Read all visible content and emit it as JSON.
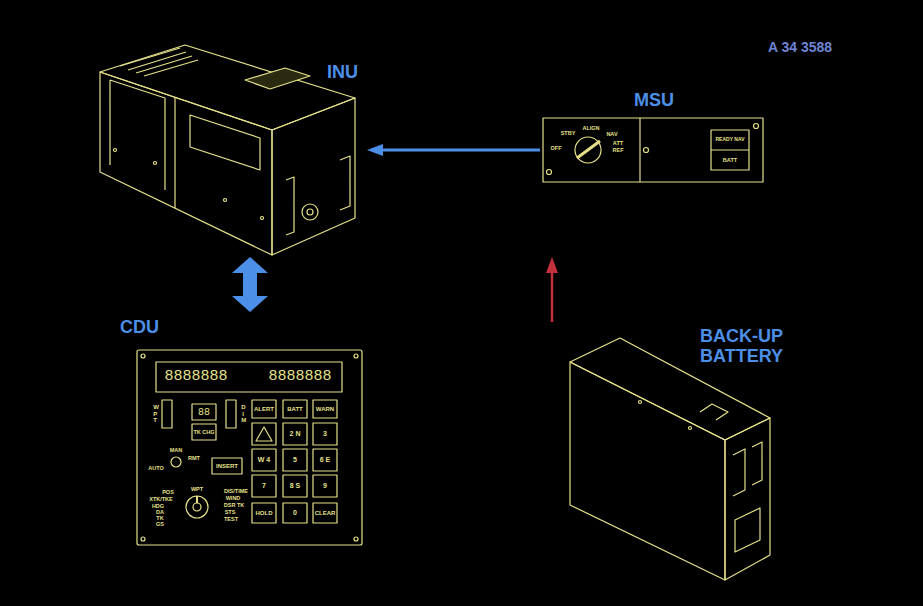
{
  "diagram": {
    "nodes": [
      {
        "text": [
          "INU"
        ]
      },
      {
        "text": [
          "MSU"
        ]
      },
      {
        "text": [
          "CDU"
        ]
      },
      {
        "text": [
          "BACK-UP BATTERY"
        ]
      }
    ],
    "edges": [
      {
        "from": 1,
        "to": 0,
        "arrow": "to"
      },
      {
        "from": 3,
        "to": 0,
        "arrow": "to"
      },
      {
        "from": 0,
        "to": 2,
        "arrow": "both"
      }
    ],
    "labels": [
      "A 34 3588",
      "OFF",
      "STBY",
      "ALIGN",
      "NAV",
      "ATT",
      "REF",
      "READY NAV",
      "BATT",
      "8888888",
      "8888888",
      "88",
      "TK CHG",
      "WPT",
      "DIM",
      "ALERT",
      "BATT",
      "WARN",
      "2 N",
      "3",
      "W 4",
      "5",
      "6 E",
      "7",
      "8 S",
      "9",
      "HOLD",
      "0",
      "CLEAR",
      "INSERT",
      "MAN",
      "AUTO",
      "RMT",
      "WPT",
      "POS",
      "XTK/TKE",
      "HDG",
      "DA",
      "TK",
      "GS",
      "DIS/TIME",
      "WIND",
      "DSR TK",
      "STS",
      "TEST"
    ]
  }
}
